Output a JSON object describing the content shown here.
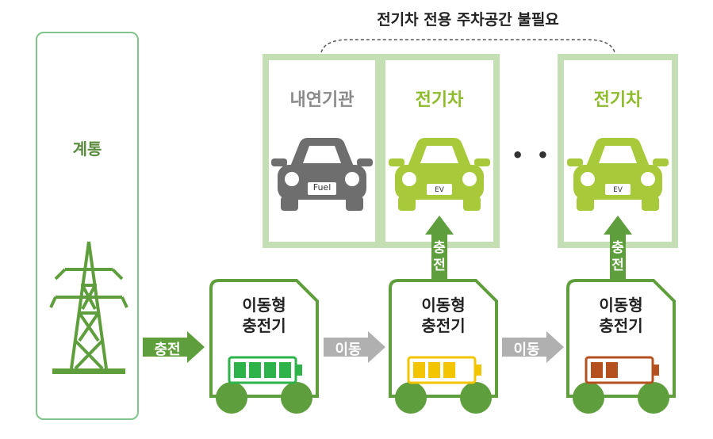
{
  "title": "전기차 전용 주차공간 불필요",
  "grid": {
    "label": "계통"
  },
  "flows": {
    "charge_label": "충전",
    "move_label": "이동"
  },
  "spaces": [
    {
      "label": "내연기관",
      "plate": "Fuel"
    },
    {
      "label": "전기차",
      "plate": "EV"
    },
    {
      "label": "전기차",
      "plate": "EV"
    }
  ],
  "ellipsis": "• • •",
  "chargers": [
    {
      "line1": "이동형",
      "line2": "충전기",
      "battery_level": 1.0
    },
    {
      "line1": "이동형",
      "line2": "충전기",
      "battery_level": 0.6
    },
    {
      "line1": "이동형",
      "line2": "충전기",
      "battery_level": 0.4
    }
  ],
  "colors": {
    "green_dark": "#5f9e3c",
    "green_light": "#c4dfb4",
    "ev_green": "#a7c93a",
    "fuel_gray": "#6e6e6e",
    "battery_full": "#2db34a",
    "battery_mid": "#f2c500",
    "battery_low": "#b5511e",
    "arrow_gray": "#b0b0b0"
  }
}
